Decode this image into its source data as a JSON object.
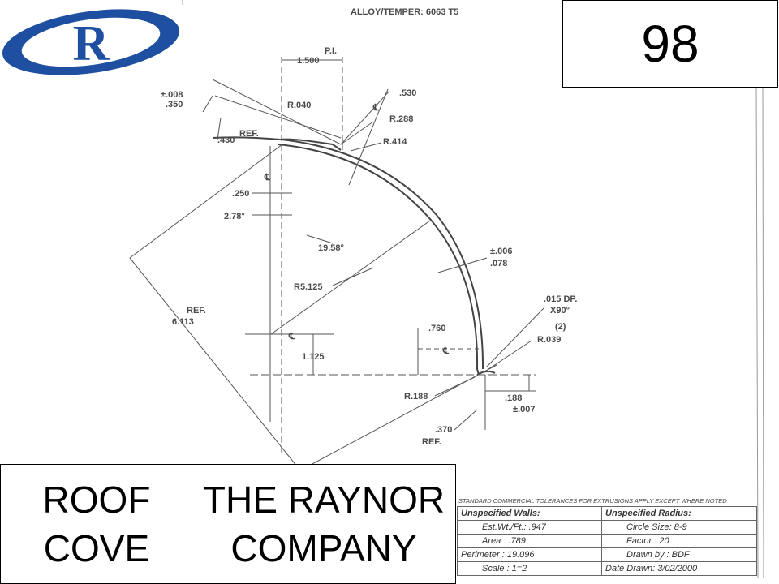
{
  "logo": {
    "letter": "R",
    "colors": {
      "ring": "#1f4fa0",
      "letter": "#1f4fa0"
    }
  },
  "page_number": "98",
  "part_name": [
    "ROOF",
    "COVE"
  ],
  "company_name": [
    "THE RAYNOR",
    "COMPANY"
  ],
  "drawing": {
    "alloy_temper": "ALLOY/TEMPER: 6063 T5",
    "labels": {
      "pi": "P.I.",
      "dim_1500": "1.500",
      "dim_008": "±.008",
      "dim_350": ".350",
      "r040": "R.040",
      "dim_530": ".530",
      "r288": "R.288",
      "ref_top": "REF.",
      "dim_430": ".430",
      "r414": "R.414",
      "dim_250": ".250",
      "angle_278": "2.78°",
      "angle_1958": "19.58°",
      "dim_006": "±.006",
      "dim_078": ".078",
      "r5125": "R5.125",
      "dim_015_dp": ".015 DP.",
      "x90": "X90°",
      "two": "(2)",
      "ref_left": "REF.",
      "dim_6113": "6.113",
      "dim_760": ".760",
      "r039": "R.039",
      "dim_1125": "1.125",
      "r188": "R.188",
      "dim_188": ".188",
      "dim_007": "±.007",
      "dim_370": ".370",
      "ref_bottom": "REF.",
      "cl": "℄"
    }
  },
  "title_block": {
    "tolerance_note": "STANDARD COMMERCIAL TOLERANCES FOR EXTRUSIONS APPLY EXCEPT WHERE NOTED",
    "unspecified_walls": "Unspecified Walls:",
    "unspecified_radius": "Unspecified Radius:",
    "est_wt": "Est.Wt./Ft.:  .947",
    "circle_size": "Circle Size:  8-9",
    "area": "Area :  .789",
    "factor": "Factor :  20",
    "perimeter": "Perimeter : 19.096",
    "drawn_by": "Drawn by :  BDF",
    "scale": "Scale :  1=2",
    "date_drawn": "Date Drawn:  3/02/2000"
  }
}
